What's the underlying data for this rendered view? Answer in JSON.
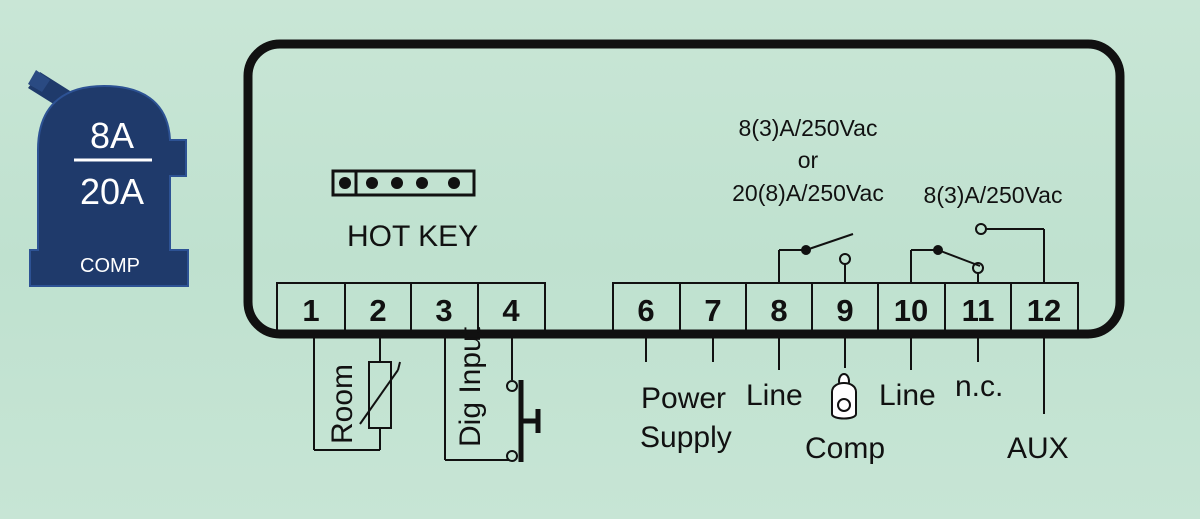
{
  "badge": {
    "top": "8A",
    "bottom": "20A",
    "label": "COMP",
    "color": "#1f3a6b"
  },
  "hot_key": {
    "label": "HOT KEY"
  },
  "terminals": [
    "1",
    "2",
    "3",
    "4",
    "6",
    "7",
    "8",
    "9",
    "10",
    "11",
    "12"
  ],
  "ratings": {
    "comp_line1": "8(3)A/250Vac",
    "comp_line2": "or",
    "comp_line3": "20(8)A/250Vac",
    "aux": "8(3)A/250Vac"
  },
  "labels": {
    "room": "Room",
    "dig_input": "Dig Input",
    "power": "Power",
    "supply": "Supply",
    "line_comp": "Line",
    "comp": "Comp",
    "line_aux": "Line",
    "nc": "n.c.",
    "aux": "AUX"
  },
  "colors": {
    "background": "#c4e3d2",
    "outline": "#111111",
    "badge": "#1f3a6b"
  }
}
